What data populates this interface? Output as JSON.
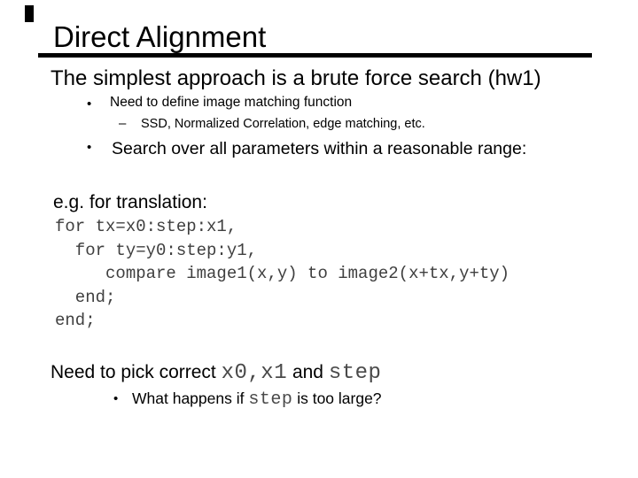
{
  "slide": {
    "title": "Direct Alignment",
    "heading": "The simplest approach is a brute force search (hw1)",
    "bullet_char": "•",
    "dash_char": "–",
    "bullets": {
      "b1": "Need to define image matching function",
      "sub1": "SSD, Normalized Correlation, edge matching, etc.",
      "b2": "Search over all parameters within a reasonable range:"
    },
    "example_label": "e.g. for translation:",
    "code": {
      "lines": [
        "for tx=x0:step:x1,",
        "  for ty=y0:step:y1,",
        "     compare image1(x,y) to image2(x+tx,y+ty)",
        "  end;",
        "end;"
      ]
    },
    "conclusion": {
      "part1": "Need to pick correct ",
      "code1": "x0,x1",
      "part2": " and ",
      "code2": "step"
    },
    "question": {
      "part1": "What happens if ",
      "code1": "step",
      "part2": " is too large?"
    },
    "colors": {
      "text": "#000000",
      "code_text": "#3f3f3f",
      "rule": "#000000",
      "background": "#ffffff"
    }
  }
}
